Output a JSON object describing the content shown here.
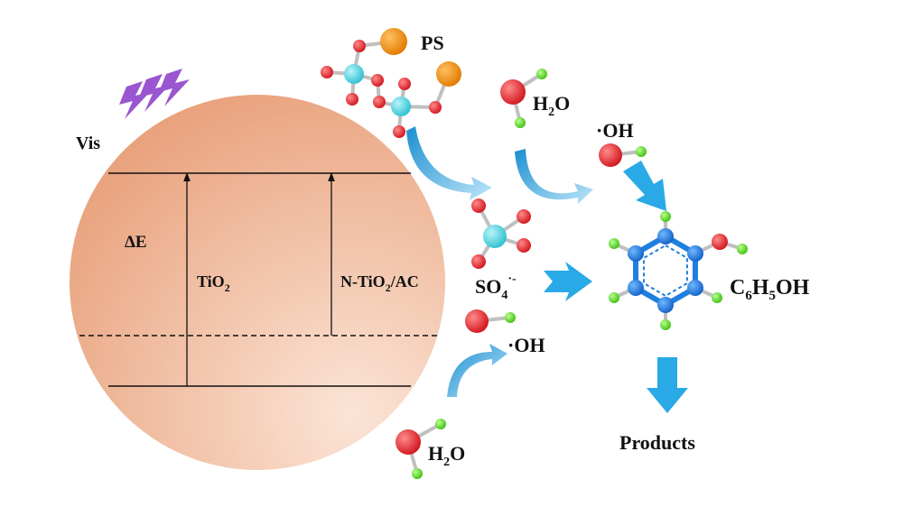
{
  "labels": {
    "vis": "Vis",
    "delta_e": "ΔE",
    "tio2": {
      "main": "TiO",
      "sub": "2"
    },
    "ntio2": {
      "pre": "N-TiO",
      "sub": "2",
      "post": "/AC"
    },
    "ps": "PS",
    "h2o_top": {
      "main": "H",
      "sub": "2",
      "post": "O"
    },
    "oh_top": "·OH",
    "so4": {
      "main": "SO",
      "sub": "4",
      "sup": "·-"
    },
    "phenol": {
      "c": "C",
      "sub1": "6",
      "h": "H",
      "sub2": "5",
      "post": "OH"
    },
    "oh_bottom": "·OH",
    "h2o_bottom": {
      "main": "H",
      "sub": "2",
      "post": "O"
    },
    "products": "Products"
  },
  "colors": {
    "particle_light": "#f8d6c2",
    "particle_dark": "#e9a27c",
    "arrow_blue": "#29a9e6",
    "oxygen": "#e8202a",
    "sulfur": "#49d4e0",
    "potassium": "#f08a10",
    "hydrogen": "#5ddc2a",
    "carbon": "#1f7fe0",
    "lightning": "#9a55d0"
  }
}
